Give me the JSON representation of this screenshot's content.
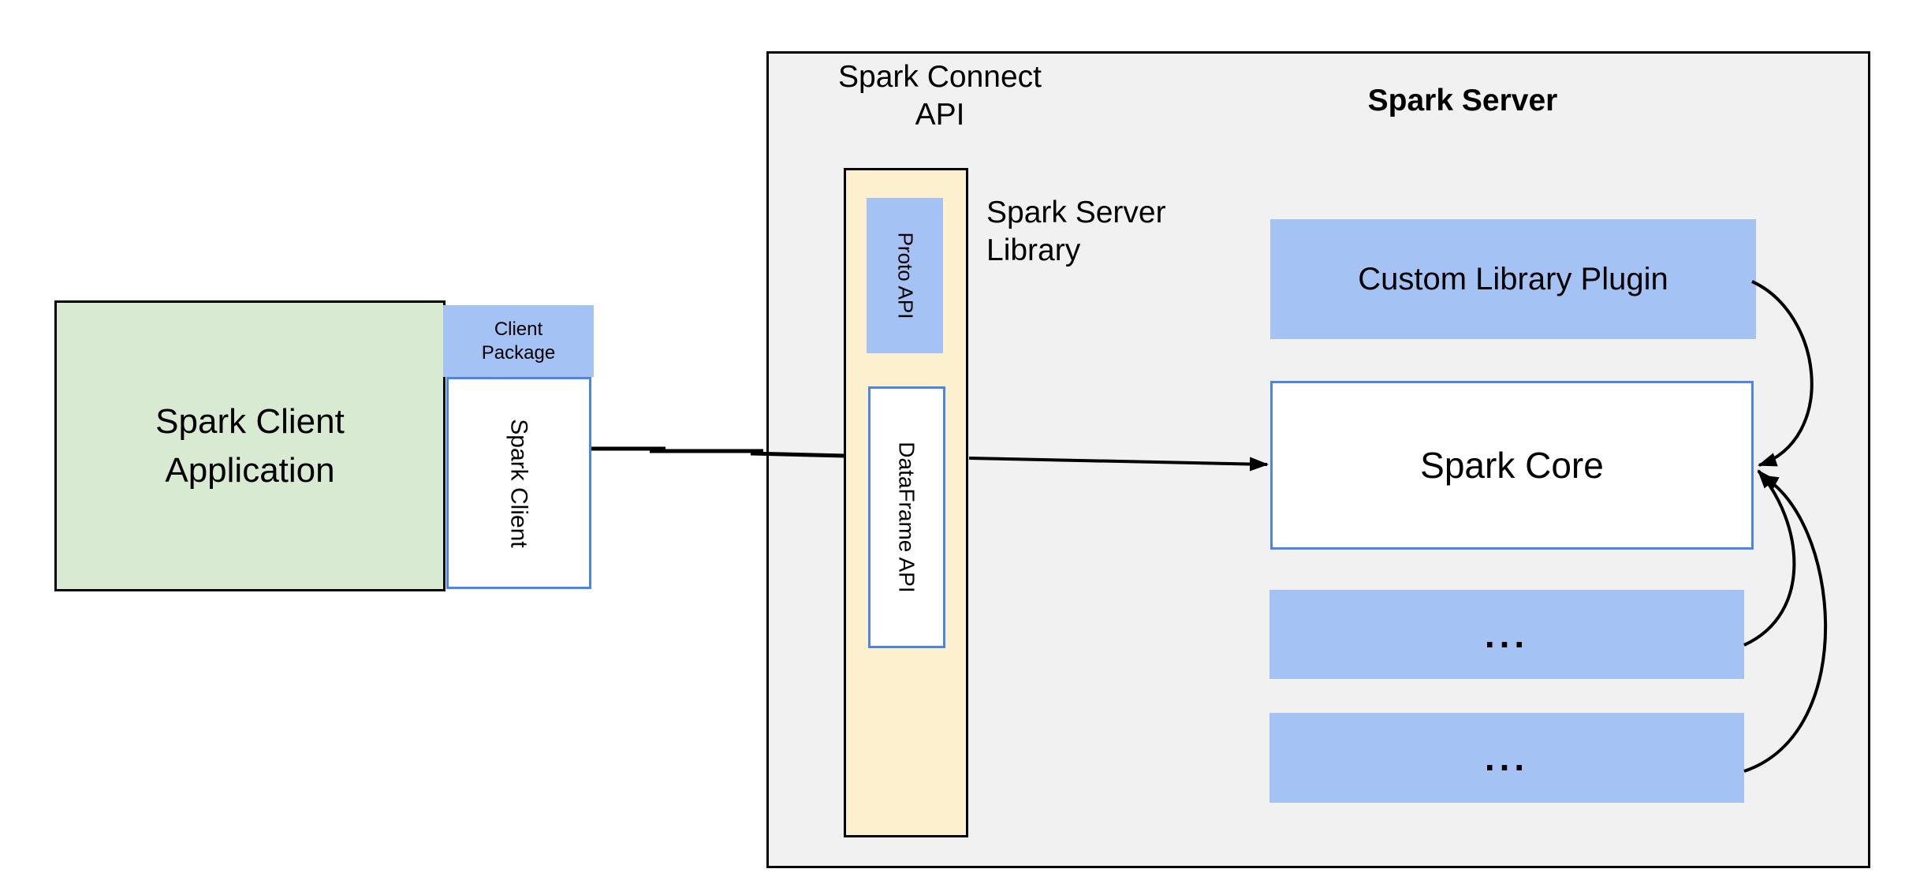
{
  "diagram": {
    "title": "Spark Server",
    "labels": {
      "spark_connect_api": "Spark Connect API",
      "spark_server": "Spark Server",
      "spark_server_library": "Spark Server Library",
      "spark_client_application": "Spark Client Application",
      "client_package": "Client Package",
      "spark_client": "Spark Client",
      "proto_api": "Proto API",
      "dataframe_api": "DataFrame API",
      "custom_library_plugin": "Custom Library Plugin",
      "spark_core": "Spark Core",
      "ellipsis_1": "...",
      "ellipsis_2": "..."
    },
    "colors": {
      "blue_fill": "#a4c2f4",
      "blue_border": "#4a86e8",
      "green_fill": "#d9ead3",
      "cream_fill": "#fdf0ce",
      "server_fill": "#f1f1f2",
      "outline": "#000000",
      "background": "#ffffff"
    }
  }
}
